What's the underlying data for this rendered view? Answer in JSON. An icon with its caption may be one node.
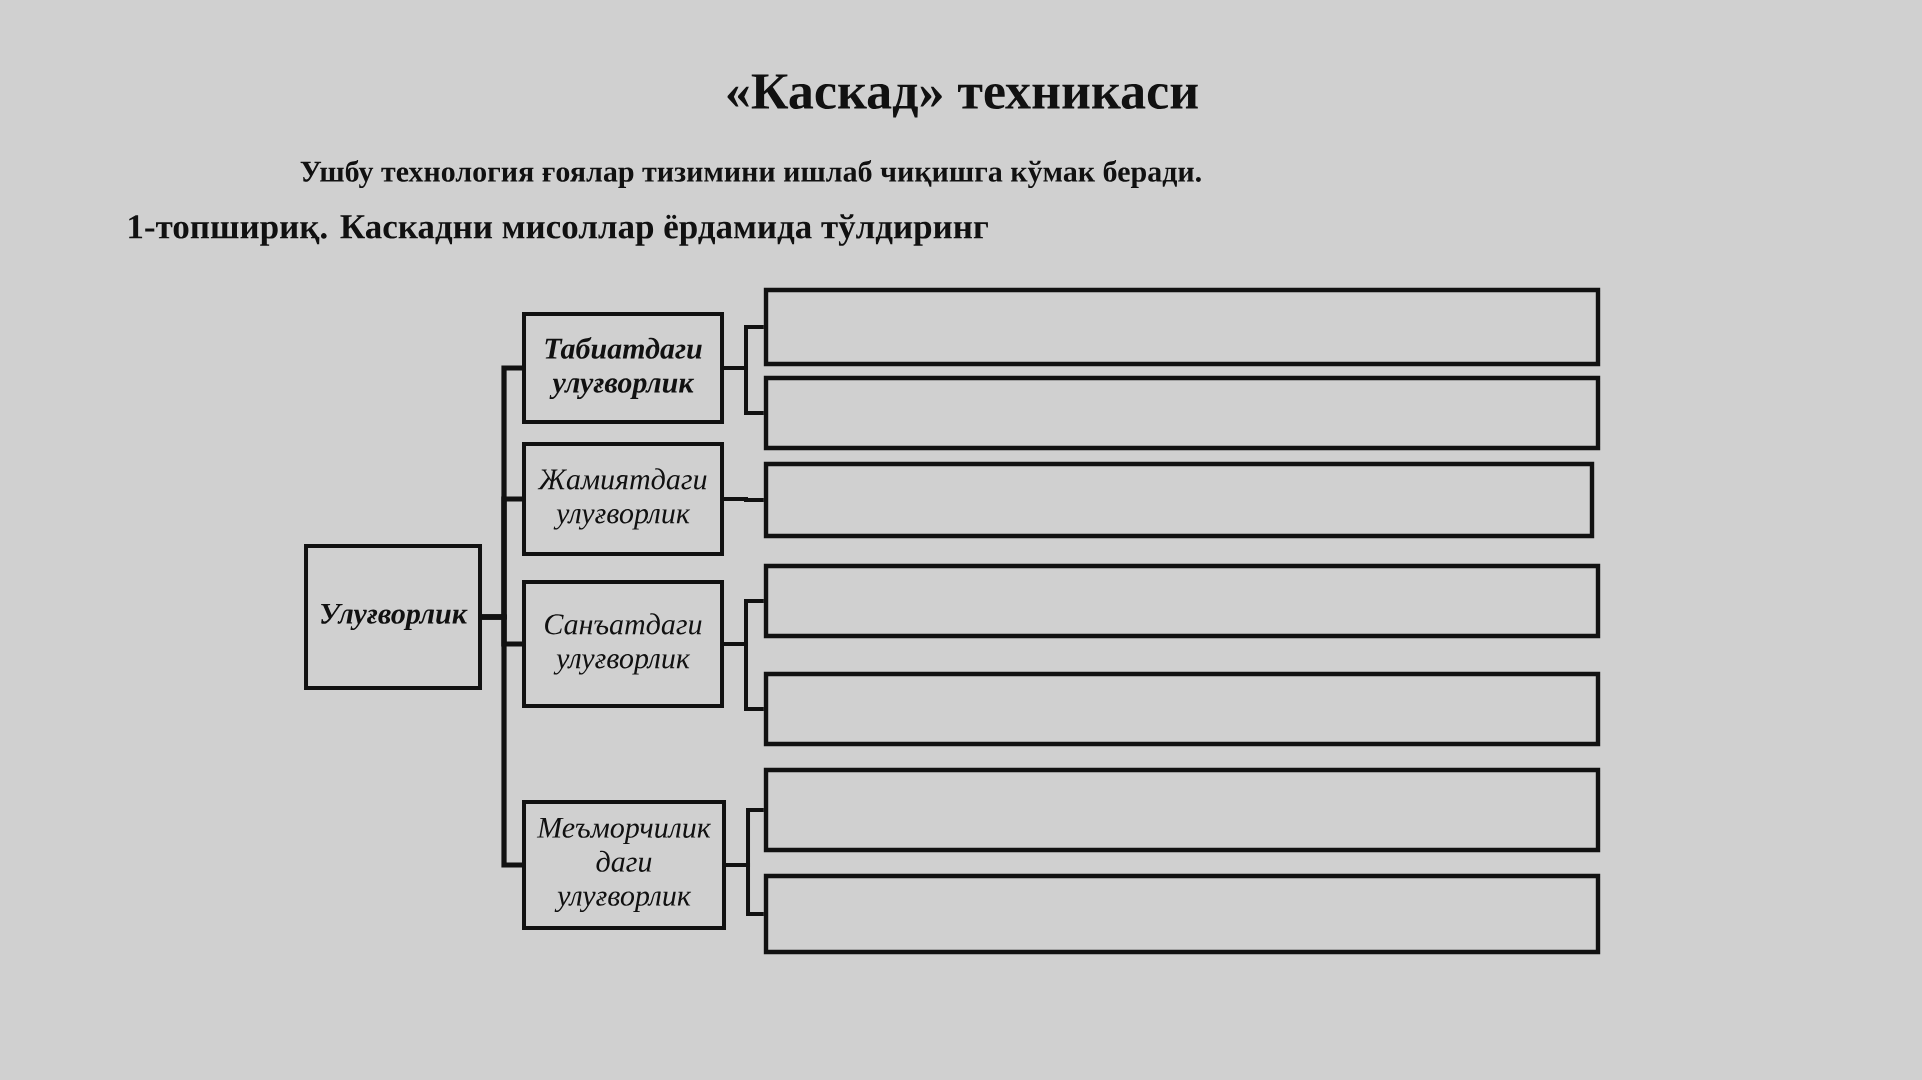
{
  "diagram": {
    "title": "«Каскад» техникаси",
    "nodes": [
      {
        "text": [
          "Улуғворлик"
        ]
      },
      {
        "text": [
          "Табиатдаги улуғворлик"
        ]
      },
      {
        "text": [
          "Жамиятдаги улуғворлик"
        ]
      },
      {
        "text": [
          "Санъатдаги улуғворлик"
        ]
      },
      {
        "text": [
          "Меъморчилик даги улуғворлик"
        ]
      },
      {
        "text": [],
        "shape": "box"
      },
      {
        "text": [],
        "shape": "box"
      },
      {
        "text": [],
        "shape": "box"
      },
      {
        "text": [],
        "shape": "box"
      },
      {
        "text": [],
        "shape": "box"
      },
      {
        "text": [],
        "shape": "box"
      },
      {
        "text": [],
        "shape": "box"
      }
    ],
    "edges": [
      {
        "from": 0,
        "to": 1,
        "arrow": "none"
      },
      {
        "from": 0,
        "to": 2,
        "arrow": "none"
      },
      {
        "from": 0,
        "to": 3,
        "arrow": "none"
      },
      {
        "from": 0,
        "to": 4,
        "arrow": "none"
      },
      {
        "from": 1,
        "to": 5,
        "arrow": "none"
      },
      {
        "from": 1,
        "to": 6,
        "arrow": "none"
      },
      {
        "from": 2,
        "to": 7,
        "arrow": "none"
      },
      {
        "from": 3,
        "to": 8,
        "arrow": "none"
      },
      {
        "from": 3,
        "to": 9,
        "arrow": "none"
      },
      {
        "from": 4,
        "to": 10,
        "arrow": "none"
      },
      {
        "from": 4,
        "to": 11,
        "arrow": "none"
      }
    ],
    "labels": [
      "Ушбу технология ғоялар тизимини ишлаб чиқишга кўмак беради.",
      "1-топшириқ. Каскадни мисоллар ёрдамида тўлдиринг"
    ]
  }
}
